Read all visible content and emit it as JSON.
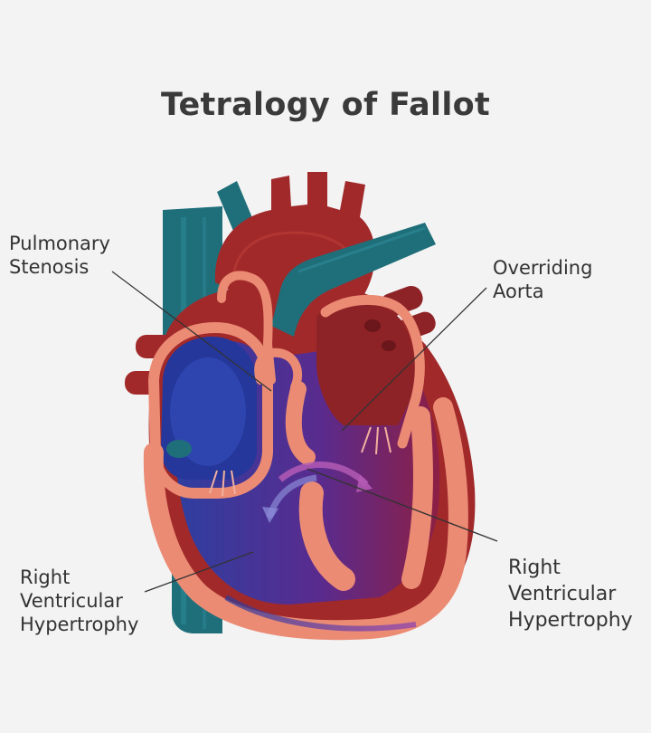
{
  "title": "Tetralogy of Fallot",
  "labels": {
    "pulmonary_stenosis": "Pulmonary\nStenosis",
    "overriding_aorta": "Overriding\nAorta",
    "rvh_left": "Right\nVentricular\nHypertrophy",
    "rvh_right": "Right\nVentricular\nHypertrophy"
  },
  "colors": {
    "background": "#f3f3f3",
    "artery_red": "#a1292a",
    "artery_dark": "#7e1c1f",
    "vein_teal": "#1f6f7a",
    "muscle_salmon": "#eb8b74",
    "blood_blue": "#2d43a0",
    "blood_purple": "#6a2a8a",
    "text": "#333333"
  }
}
